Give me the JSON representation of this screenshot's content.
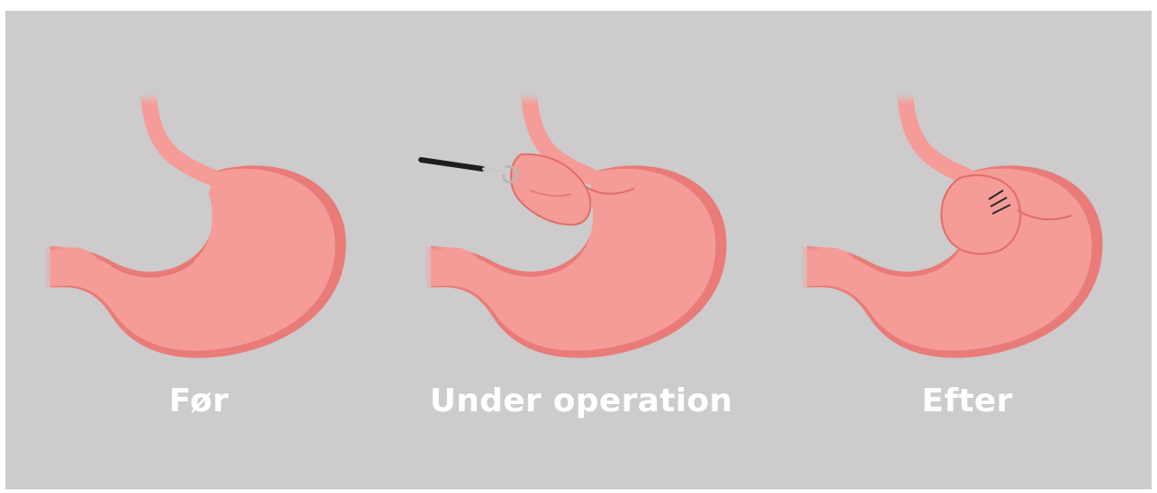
{
  "colors": {
    "background": "#cdcbcb",
    "stomach_fill": "#f59b98",
    "stomach_shade": "#e97b78",
    "stomach_outline": "#e16d69",
    "instrument_shaft": "#1e1e1e",
    "instrument_tip": "#c8c8c8",
    "caption_text": "#ffffff"
  },
  "panels": [
    {
      "label": "Før",
      "illustration": "stomach-before-surgery"
    },
    {
      "label": "Under operation",
      "illustration": "stomach-during-surgery-with-instrument"
    },
    {
      "label": "Efter",
      "illustration": "stomach-after-fundoplication-with-sutures"
    }
  ]
}
